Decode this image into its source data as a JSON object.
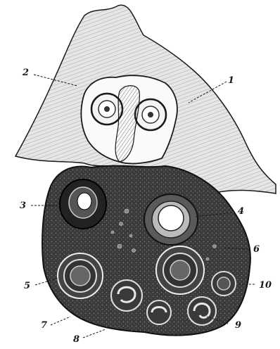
{
  "figure": {
    "labels": {
      "l1": "1",
      "l2": "2",
      "l3": "3",
      "l4": "4",
      "l5": "5",
      "l6": "6",
      "l7": "7",
      "l8": "8",
      "l9": "9",
      "l10": "10"
    },
    "colors": {
      "ink": "#1a1a1a",
      "paper": "#ffffff",
      "tissue_light": "#d9d9d9",
      "tissue_dark": "#2e2e2e"
    }
  }
}
